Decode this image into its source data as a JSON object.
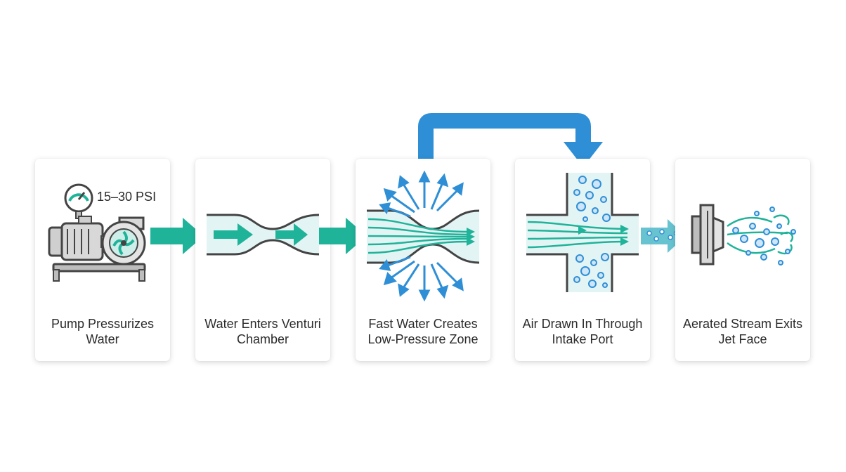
{
  "steps": [
    {
      "label": "Pump Pressurizes Water"
    },
    {
      "label": "Water Enters Venturi Chamber"
    },
    {
      "label": "Fast Water Creates Low-Pressure Zone"
    },
    {
      "label": "Air Drawn In Through Intake Port"
    },
    {
      "label": "Aerated Stream Exits Jet Face"
    }
  ],
  "pump": {
    "pressure_label": "15–30 PSI"
  },
  "colors": {
    "teal": "#1fb39a",
    "blue": "#2e8fd6",
    "water_fill": "#e3f4f4",
    "outline": "#444444",
    "bubble": "#cfe6fa"
  }
}
